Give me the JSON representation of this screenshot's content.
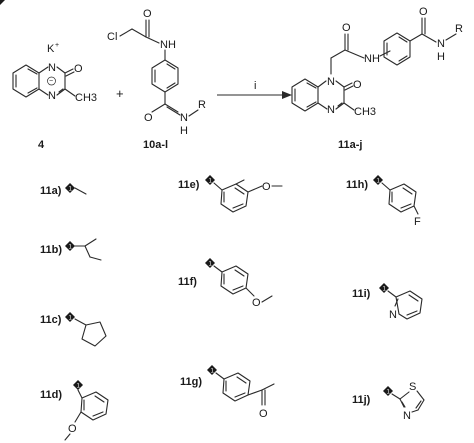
{
  "reaction": {
    "reactant1": {
      "label": "4",
      "K": "K",
      "plus_sign": "+",
      "N_top": "N",
      "minus_sign": "−",
      "O": "O",
      "N": "N",
      "CH3": "CH3"
    },
    "reactant2": {
      "label": "10a-l",
      "Cl": "Cl",
      "O_top": "O",
      "NH": "NH",
      "O_bottom": "O",
      "N": "N",
      "H": "H",
      "R": "R"
    },
    "plus_between": "+",
    "arrow_label": "i",
    "product": {
      "label": "11a-j",
      "N1": "N",
      "O_mid": "O",
      "NH": "NH",
      "O_top": "O",
      "N_R": "N",
      "H": "H",
      "R": "R",
      "N2": "N",
      "O_ring": "O",
      "CH3": "CH3"
    }
  },
  "substituents": [
    {
      "label": "11a)"
    },
    {
      "label": "11b)"
    },
    {
      "label": "11c)"
    },
    {
      "label": "11d)",
      "O": "O"
    },
    {
      "label": "11e)",
      "O": "O"
    },
    {
      "label": "11f)",
      "O": "O"
    },
    {
      "label": "11g)",
      "O": "O"
    },
    {
      "label": "11h)",
      "F": "F"
    },
    {
      "label": "11i)",
      "N": "N"
    },
    {
      "label": "11j)",
      "S": "S",
      "N": "N"
    }
  ],
  "attachment_marker": "1"
}
